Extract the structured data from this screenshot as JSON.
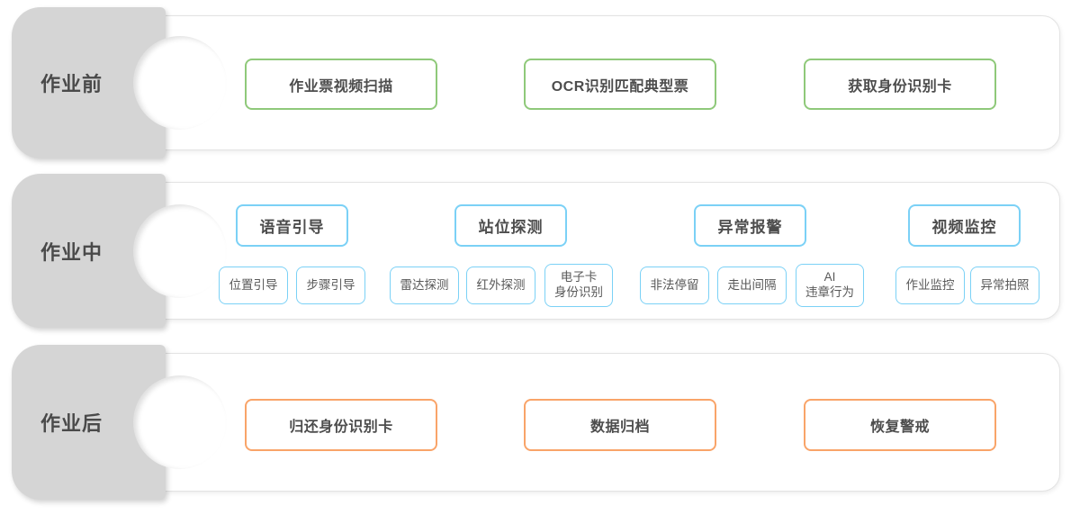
{
  "colors": {
    "green": "#8fc97a",
    "blue": "#7bd1f6",
    "orange": "#f9a469",
    "tab_bg": "#d5d5d5",
    "tab_text": "#4a4a4a",
    "box_text": "#4d4d4d"
  },
  "rows": [
    {
      "label": "作业前",
      "theme": "green",
      "boxes": [
        "作业票视频扫描",
        "OCR识别匹配典型票",
        "获取身份识别卡"
      ]
    },
    {
      "label": "作业中",
      "theme": "blue",
      "groups": [
        {
          "header": "语音引导",
          "subs": [
            "位置引导",
            "步骤引导"
          ]
        },
        {
          "header": "站位探测",
          "subs": [
            "雷达探测",
            "红外探测",
            "电子卡\n身份识别"
          ]
        },
        {
          "header": "异常报警",
          "subs": [
            "非法停留",
            "走出间隔",
            "AI\n违章行为"
          ]
        },
        {
          "header": "视频监控",
          "subs": [
            "作业监控",
            "异常拍照"
          ]
        }
      ]
    },
    {
      "label": "作业后",
      "theme": "orange",
      "boxes": [
        "归还身份识别卡",
        "数据归档",
        "恢复警戒"
      ]
    }
  ]
}
